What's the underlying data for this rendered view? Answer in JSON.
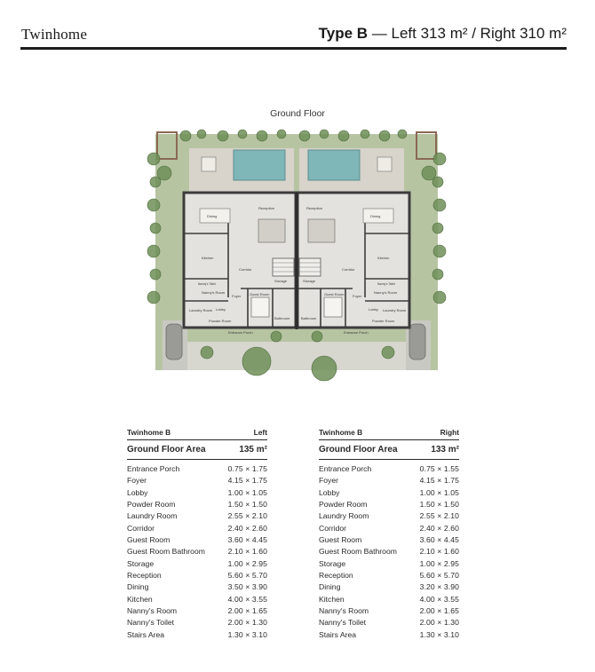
{
  "header": {
    "brand": "Twinhome",
    "type_label": "Type B",
    "type_detail": " — Left 313 m² / Right 310 m²"
  },
  "plan": {
    "title": "Ground Floor",
    "labels": {
      "reception": "Reception",
      "dining": "Dining",
      "kitchen": "Kitchen",
      "corridor": "Corridor",
      "storage": "Storage",
      "foyer": "Foyer",
      "lobby": "Lobby",
      "guest_room": "Guest Room",
      "bathroom": "Bathroom",
      "laundry": "Laundry Room",
      "powder": "Powder Room",
      "nanny_room": "Nanny's Room",
      "nanny_toilet": "Nanny's Toilet",
      "entrance_porch": "Entrance Porch"
    }
  },
  "tables": [
    {
      "name": "Twinhome B",
      "side": "Left",
      "total_label": "Ground Floor Area",
      "total_value": "135 m²",
      "rows": [
        {
          "room": "Entrance Porch",
          "dim": "0.75 × 1.75"
        },
        {
          "room": "Foyer",
          "dim": "4.15 × 1.75"
        },
        {
          "room": "Lobby",
          "dim": "1.00 × 1.05"
        },
        {
          "room": "Powder Room",
          "dim": "1.50 × 1.50"
        },
        {
          "room": "Laundry Room",
          "dim": "2.55 × 2.10"
        },
        {
          "room": "Corridor",
          "dim": "2.40 × 2.60"
        },
        {
          "room": "Guest Room",
          "dim": "3.60 × 4.45"
        },
        {
          "room": "Guest Room Bathroom",
          "dim": "2.10 × 1.60"
        },
        {
          "room": "Storage",
          "dim": "1.00 × 2.95"
        },
        {
          "room": "Reception",
          "dim": "5.60 × 5.70"
        },
        {
          "room": "Dining",
          "dim": "3.50 × 3.90"
        },
        {
          "room": "Kitchen",
          "dim": "4.00 × 3.55"
        },
        {
          "room": "Nanny's Room",
          "dim": "2.00 × 1.65"
        },
        {
          "room": "Nanny's Toilet",
          "dim": "2.00 × 1.30"
        },
        {
          "room": "Stairs Area",
          "dim": "1.30 × 3.10"
        }
      ]
    },
    {
      "name": "Twinhome B",
      "side": "Right",
      "total_label": "Ground Floor Area",
      "total_value": "133 m²",
      "rows": [
        {
          "room": "Entrance Porch",
          "dim": "0.75 × 1.55"
        },
        {
          "room": "Foyer",
          "dim": "4.15 × 1.75"
        },
        {
          "room": "Lobby",
          "dim": "1.00 × 1.05"
        },
        {
          "room": "Powder Room",
          "dim": "1.50 × 1.50"
        },
        {
          "room": "Laundry Room",
          "dim": "2.55 × 2.10"
        },
        {
          "room": "Corridor",
          "dim": "2.40 × 2.60"
        },
        {
          "room": "Guest Room",
          "dim": "3.60 × 4.45"
        },
        {
          "room": "Guest Room Bathroom",
          "dim": "2.10 × 1.60"
        },
        {
          "room": "Storage",
          "dim": "1.00 × 2.95"
        },
        {
          "room": "Reception",
          "dim": "5.60 × 5.70"
        },
        {
          "room": "Dining",
          "dim": "3.20 × 3.90"
        },
        {
          "room": "Kitchen",
          "dim": "4.00 × 3.55"
        },
        {
          "room": "Nanny's Room",
          "dim": "2.00 × 1.65"
        },
        {
          "room": "Nanny's Toilet",
          "dim": "2.00 × 1.30"
        },
        {
          "room": "Stairs Area",
          "dim": "1.30 × 3.10"
        }
      ]
    }
  ]
}
